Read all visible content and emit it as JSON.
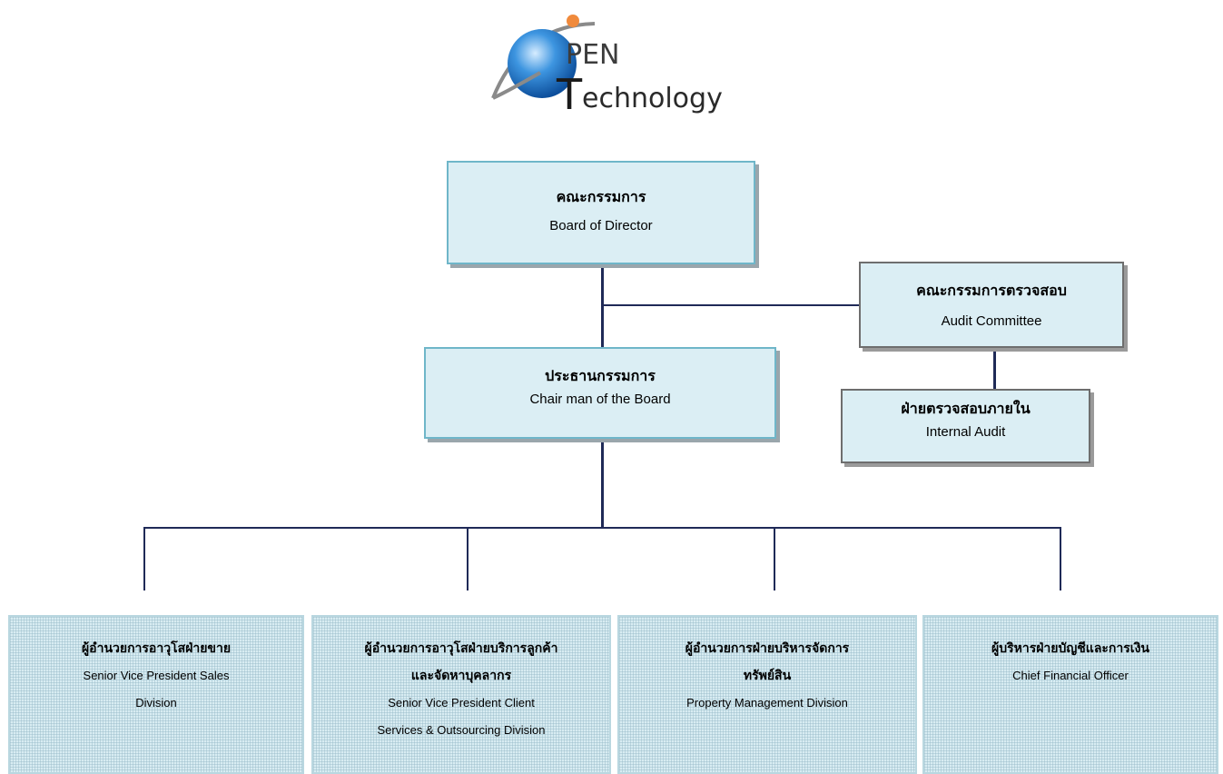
{
  "logo": {
    "word1": "PEN",
    "word2": "echnology",
    "initial": "T"
  },
  "board": {
    "th": "คณะกรรมการ",
    "en": "Board of Director"
  },
  "audit_committee": {
    "th": "คณะกรรมการตรวจสอบ",
    "en": "Audit Committee"
  },
  "chairman": {
    "th": "ประธานกรรมการ",
    "en": "Chair man of the Board"
  },
  "internal_audit": {
    "th": "ฝ่ายตรวจสอบภายใน",
    "en": "Internal Audit"
  },
  "departments": [
    {
      "th1": "ผู้อำนวยการอาวุโสฝ่ายขาย",
      "th2": "",
      "en1": "Senior Vice President Sales",
      "en2": "Division"
    },
    {
      "th1": "ผู้อำนวยการอาวุโสฝ่ายบริการลูกค้า",
      "th2": "และจัดหาบุคลากร",
      "en1": "Senior Vice President Client",
      "en2": "Services & Outsourcing Division"
    },
    {
      "th1": "ผู้อำนวยการฝ่ายบริหารจัดการ",
      "th2": "ทรัพย์สิน",
      "en1": "Property Management Division",
      "en2": ""
    },
    {
      "th1": "ผู้บริหารฝ่ายบัญชีและการเงิน",
      "th2": "",
      "en1": "Chief Financial Officer",
      "en2": ""
    }
  ],
  "colors": {
    "box_fill": "#dbeef4",
    "box_border_blue": "#6fb6c9",
    "box_border_gray": "#6e6e6e",
    "connector": "#1f2a57",
    "logo_blue": "#2e86d9",
    "logo_orange": "#f08a3c"
  }
}
